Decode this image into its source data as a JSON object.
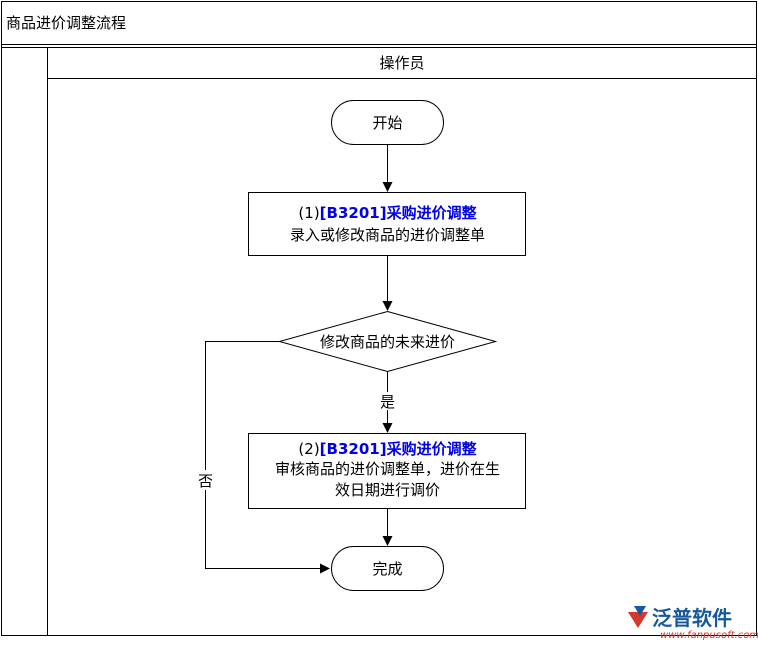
{
  "title": "商品进价调整流程",
  "lane_header": "操作员",
  "nodes": {
    "start": "开始",
    "step1": {
      "num": "(1)",
      "code": "[B3201]采购进价调整",
      "desc": "录入或修改商品的进价调整单"
    },
    "decision": "修改商品的未来进价",
    "step2": {
      "num": "(2)",
      "code": "[B3201]采购进价调整",
      "desc_line1": "审核商品的进价调整单，进价在生",
      "desc_line2": "效日期进行调价"
    },
    "end": "完成"
  },
  "edges": {
    "yes": "是",
    "no": "否"
  },
  "logo": {
    "name": "泛普软件",
    "url": "www.fanpusoft.com"
  },
  "colors": {
    "link": "#0000ee",
    "logo": "#17599c",
    "logo_url": "#d4382e"
  }
}
